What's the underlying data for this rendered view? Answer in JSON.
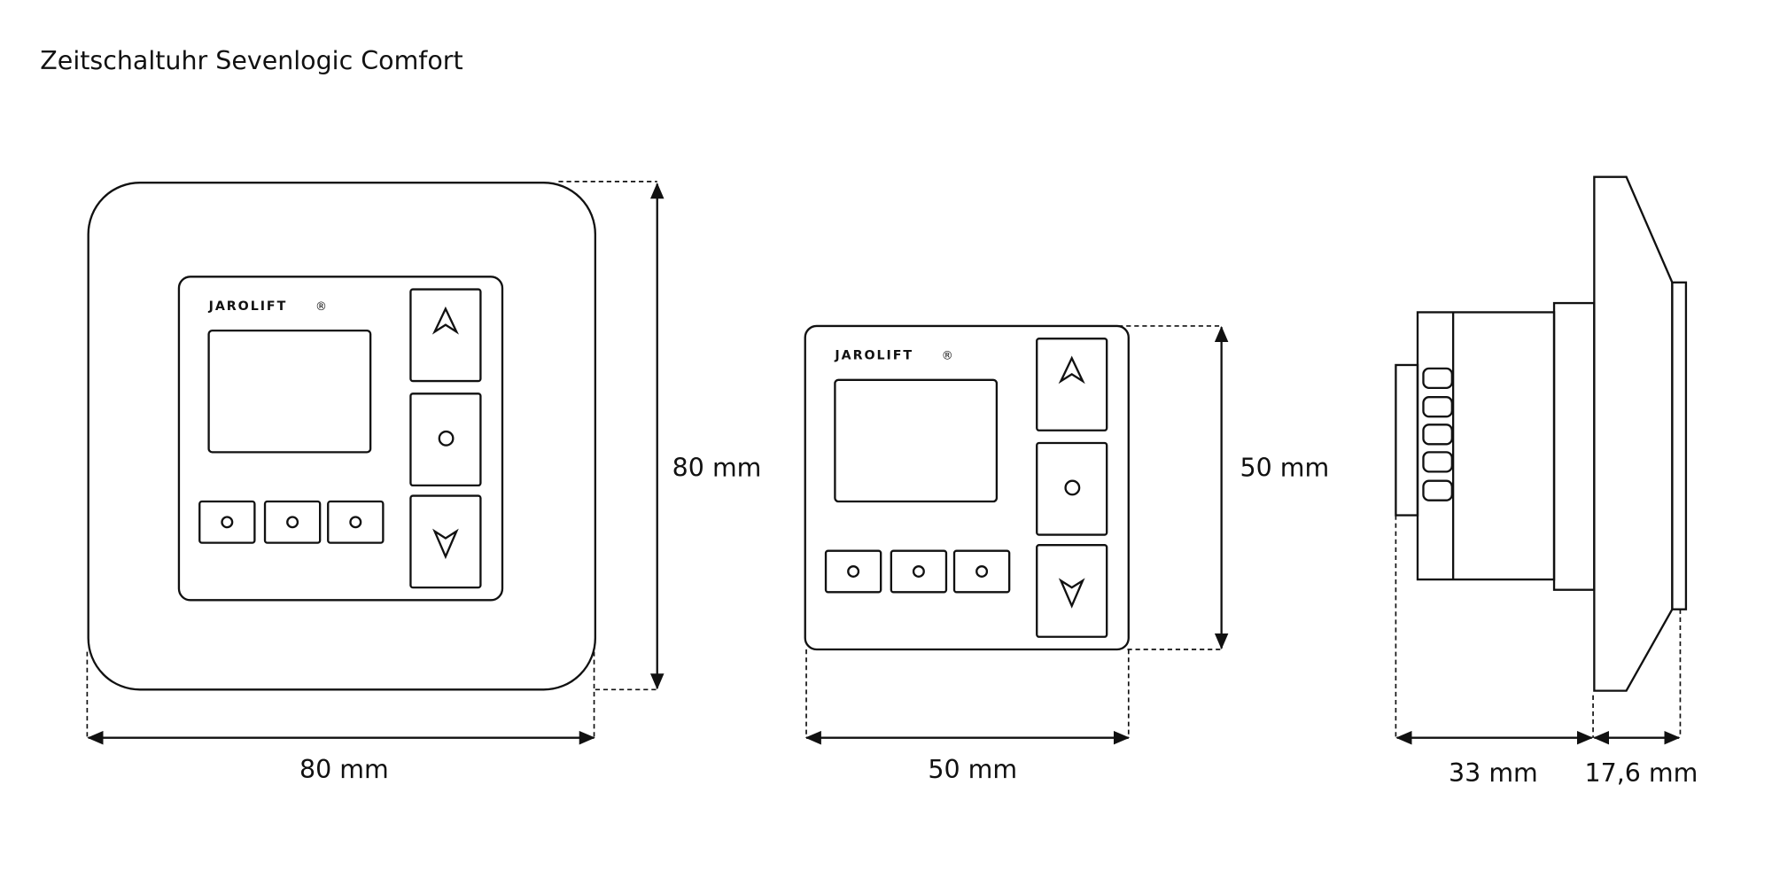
{
  "title": "Zeitschaltuhr Sevenlogic Comfort",
  "brand": "JAROLIFT",
  "registered_mark": "®",
  "front_with_frame": {
    "height_label": "80 mm",
    "width_label": "80 mm"
  },
  "module_only": {
    "height_label": "50 mm",
    "width_label": "50 mm"
  },
  "side_view": {
    "depth_label": "33 mm",
    "front_label": "17,6 mm"
  }
}
